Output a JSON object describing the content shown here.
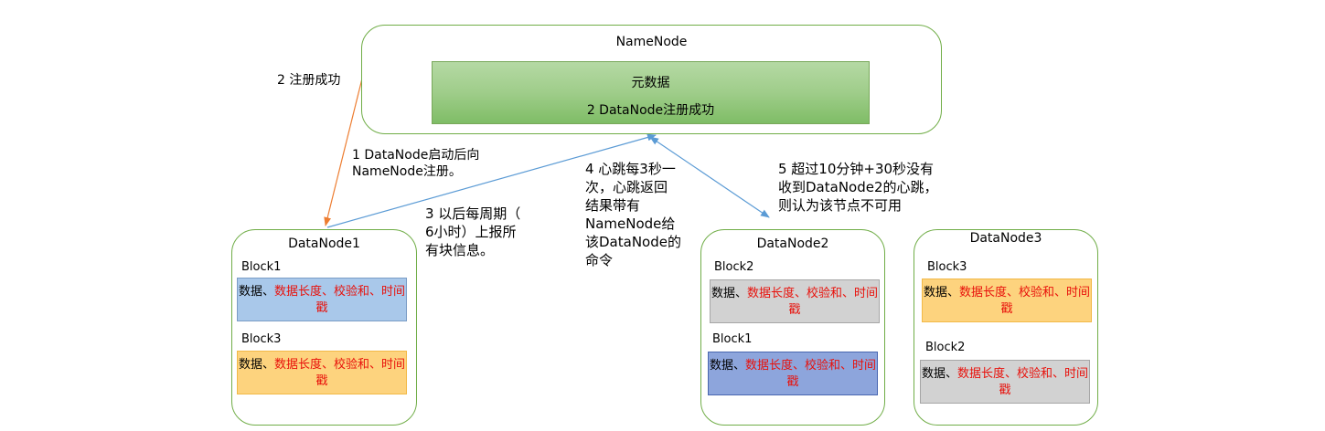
{
  "colors": {
    "node_border": "#70AD47",
    "metadata_fill": "#A9D18E",
    "arrow_register": "#ED7D31",
    "arrow_link": "#5B9BD5",
    "emphasis_red": "#E8110B"
  },
  "namenode": {
    "title": "NameNode",
    "metadata_title": "元数据",
    "metadata_line": "2 DataNode注册成功"
  },
  "datanodes": [
    {
      "title": "DataNode1",
      "blocks": [
        {
          "label": "Block1",
          "plain": "数据、",
          "red": "数据长度、校验和、时间戳",
          "color": "blue"
        },
        {
          "label": "Block3",
          "plain": "数据、",
          "red": "数据长度、校验和、时间戳",
          "color": "orange"
        }
      ]
    },
    {
      "title": "DataNode2",
      "blocks": [
        {
          "label": "Block2",
          "plain": "数据、",
          "red": "数据长度、校验和、时间戳",
          "color": "gray"
        },
        {
          "label": "Block1",
          "plain": "数据、",
          "red": "数据长度、校验和、时间戳",
          "color": "blue-dark"
        }
      ]
    },
    {
      "title": "DataNode3",
      "blocks": [
        {
          "label": "Block3",
          "plain": "数据、",
          "red": "数据长度、校验和、时间戳",
          "color": "orange"
        },
        {
          "label": "Block2",
          "plain": "数据、",
          "red": "数据长度、校验和、时间戳",
          "color": "gray"
        }
      ]
    }
  ],
  "annotations": {
    "register_success": "2 注册成功",
    "step1": [
      "1 DataNode启动后向",
      "NameNode注册。"
    ],
    "step3": [
      "3 以后每周期（",
      "6小时）上报所",
      "有块信息。"
    ],
    "step4": [
      "4 心跳每3秒一",
      "次，心跳返回",
      "结果带有",
      "NameNode给",
      "该DataNode的",
      "命令"
    ],
    "step5": [
      "5 超过10分钟+30秒没有",
      "收到DataNode2的心跳，",
      "则认为该节点不可用"
    ]
  },
  "icons": [
    "arrow-head"
  ]
}
